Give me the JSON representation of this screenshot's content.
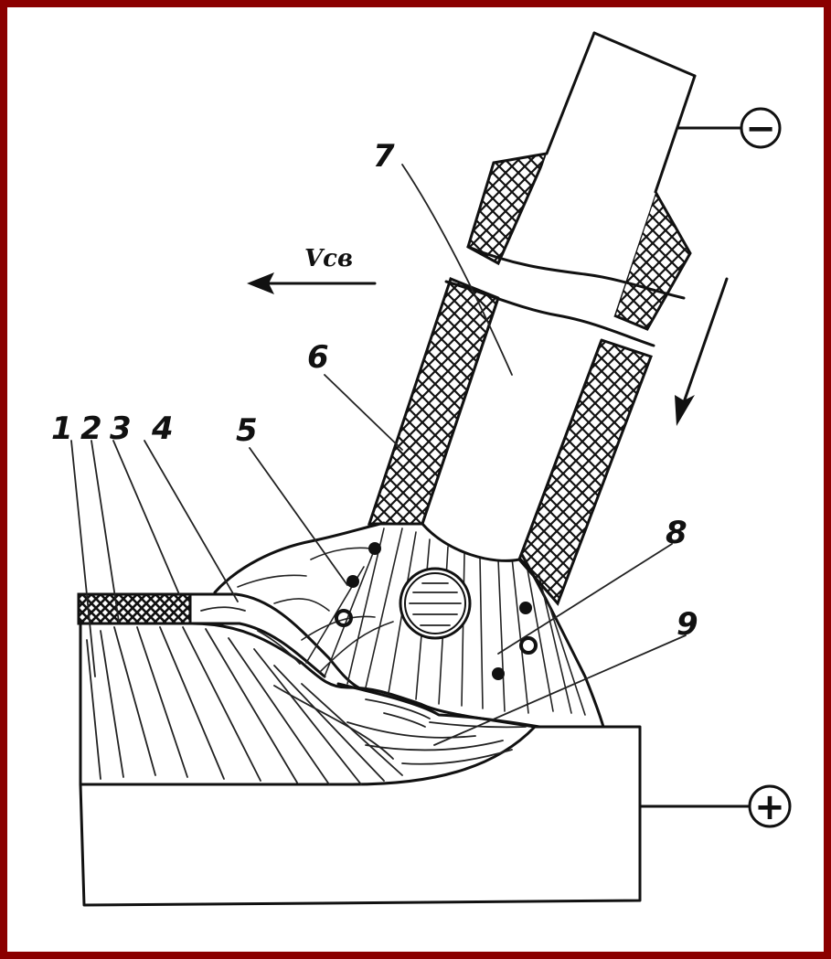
{
  "colors": {
    "border": "#8b0000",
    "ink": "#111111",
    "background": "#ffffff"
  },
  "labels": {
    "l1": "1",
    "l2": "2",
    "l3": "3",
    "l4": "4",
    "l5": "5",
    "l6": "6",
    "l7": "7",
    "l8": "8",
    "l9": "9"
  },
  "velocity_label": "Vсв",
  "terminals": {
    "negative": "−",
    "positive": "+"
  }
}
